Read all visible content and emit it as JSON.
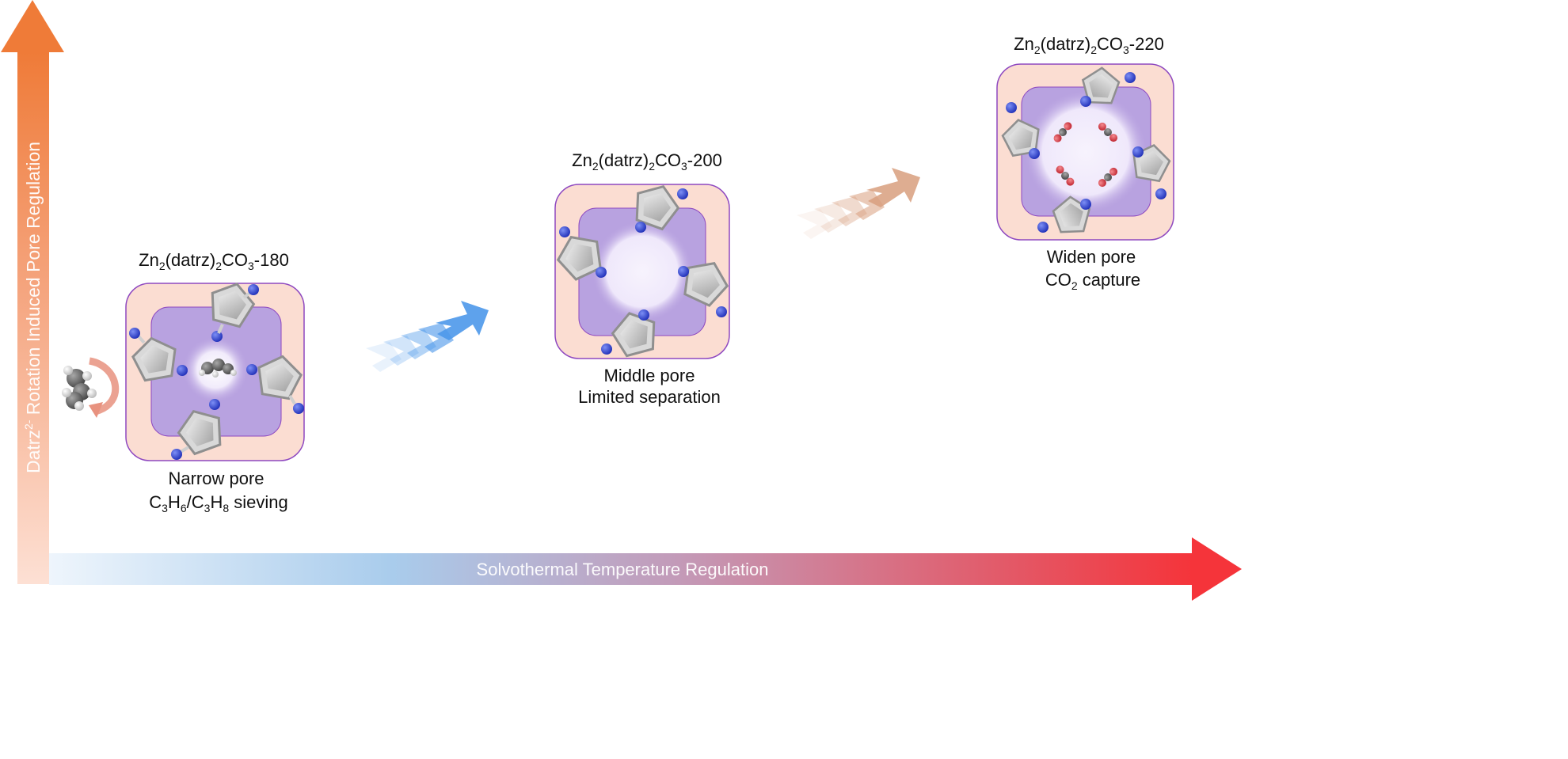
{
  "axes": {
    "vertical_label": "Datrz",
    "vertical_label_sup": "2-",
    "vertical_label_rest": " Rotation Induced Pore Regulation",
    "horizontal_label": "Solvothermal Temperature Regulation"
  },
  "frameworks": [
    {
      "formula_base": "Zn",
      "formula_sub1": "2",
      "formula_mid": "(datrz)",
      "formula_sub2": "2",
      "formula_co": "CO",
      "formula_sub3": "3",
      "formula_suffix": "-180",
      "line1": "Narrow pore",
      "line2_parts": [
        "C",
        "3",
        "H",
        "6",
        "/C",
        "3",
        "H",
        "8",
        " sieving"
      ]
    },
    {
      "formula_base": "Zn",
      "formula_sub1": "2",
      "formula_mid": "(datrz)",
      "formula_sub2": "2",
      "formula_co": "CO",
      "formula_sub3": "3",
      "formula_suffix": "-200",
      "line1": "Middle pore",
      "line2": "Limited separation"
    },
    {
      "formula_base": "Zn",
      "formula_sub1": "2",
      "formula_mid": "(datrz)",
      "formula_sub2": "2",
      "formula_co": "CO",
      "formula_sub3": "3",
      "formula_suffix": "-220",
      "line1": "Widen pore",
      "line2_a": "CO",
      "line2_sub": "2",
      "line2_b": " capture"
    }
  ],
  "colors": {
    "vertical_arrow_top": "#f07f3f",
    "vertical_arrow_bottom": "#fcd9cc",
    "horizontal_arrow_start": "#e4f0fb",
    "horizontal_arrow_end": "#f5343a",
    "frame_outer": "#fbddd2",
    "frame_border": "#8e48c0",
    "pore_fill": "#b8a2e0",
    "nitrogen": "#2b3fd8",
    "oxygen": "#e0404a",
    "carbon": "#6a6a6a",
    "blue_chevron": "#4d98ea",
    "tan_chevron": "#d89f7e"
  }
}
